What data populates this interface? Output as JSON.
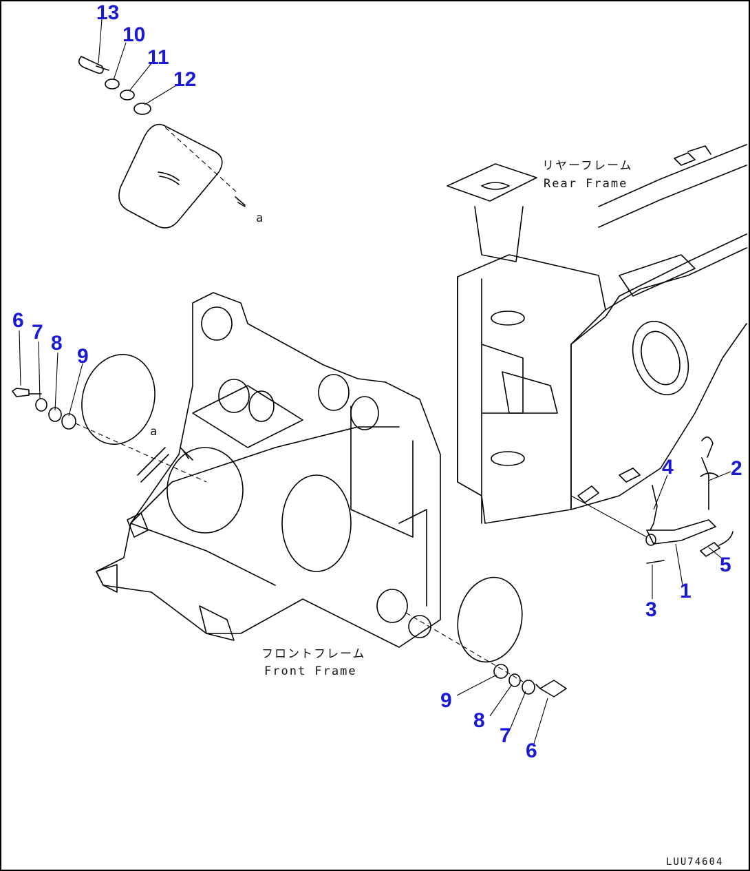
{
  "callouts": {
    "c13": "13",
    "c10": "10",
    "c11": "11",
    "c12": "12",
    "c6a": "6",
    "c7a": "7",
    "c8a": "8",
    "c9a": "9",
    "c4": "4",
    "c2": "2",
    "c5": "5",
    "c1": "1",
    "c3": "3",
    "c9b": "9",
    "c8b": "8",
    "c7b": "7",
    "c6b": "6"
  },
  "labels": {
    "rear_frame_jp": "リヤーフレーム",
    "rear_frame_en": "Rear Frame",
    "front_frame_jp": "フロントフレーム",
    "front_frame_en": "Front Frame",
    "view_a": "a",
    "view_b": "a"
  },
  "drawing_code": "LUU74604",
  "colors": {
    "callout": "#1a1ad6",
    "line": "#000000",
    "background": "#ffffff"
  }
}
